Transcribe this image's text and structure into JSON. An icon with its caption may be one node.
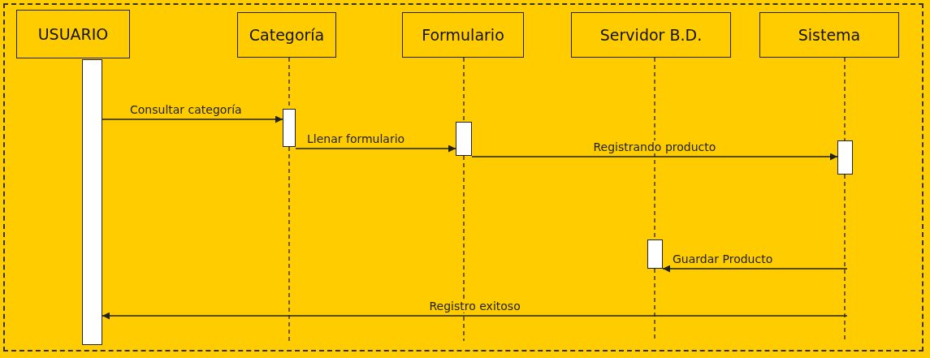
{
  "diagram": {
    "nodes": [
      {
        "text": [
          "USUARIO"
        ]
      },
      {
        "text": [
          "Categoría"
        ]
      },
      {
        "text": [
          "Formulario"
        ]
      },
      {
        "text": [
          "Servidor B.D."
        ]
      },
      {
        "text": [
          "Sistema"
        ]
      },
      {
        "text": [],
        "shape": "bar"
      },
      {
        "text": [],
        "shape": "bar"
      },
      {
        "text": [],
        "shape": "bar"
      },
      {
        "text": [],
        "shape": "bar"
      },
      {
        "text": [],
        "shape": "bar"
      }
    ],
    "edges": [
      {
        "from": 1,
        "to": 6,
        "arrow": "none",
        "style": "dashed"
      },
      {
        "from": 2,
        "to": 7,
        "arrow": "none",
        "style": "dashed"
      },
      {
        "from": 3,
        "to": 8,
        "arrow": "none",
        "style": "dashed"
      },
      {
        "from": 4,
        "to": 9,
        "arrow": "none",
        "style": "dashed"
      },
      {
        "from": 5,
        "to": 6,
        "arrow": "to",
        "label": "Consultar categoría"
      },
      {
        "from": 6,
        "to": 7,
        "arrow": "to",
        "label": "Llenar formulario"
      },
      {
        "from": 7,
        "to": 9,
        "arrow": "to",
        "label": "Registrando producto"
      },
      {
        "from": null,
        "to": 8,
        "arrow": "to",
        "label": "Guardar Producto"
      },
      {
        "from": null,
        "to": 5,
        "arrow": "to",
        "label": "Registro exitoso"
      }
    ]
  }
}
